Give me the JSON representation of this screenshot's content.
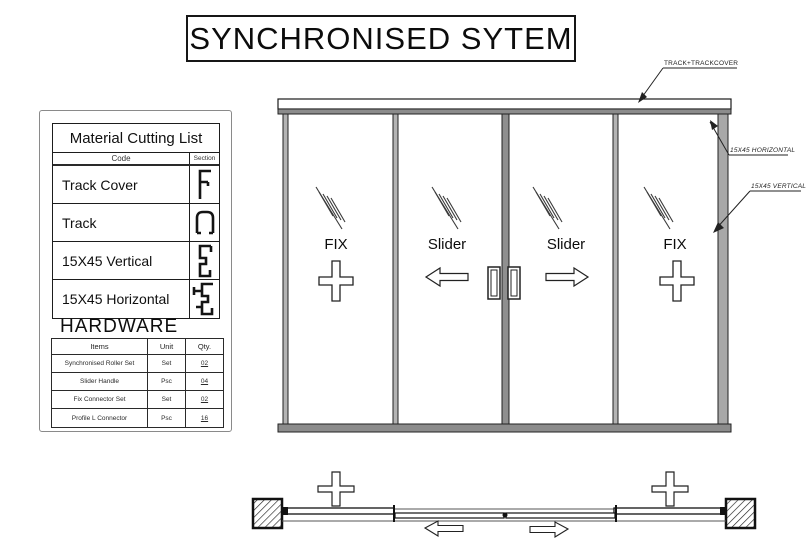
{
  "title": "SYNCHRONISED SYTEM",
  "colors": {
    "line": "#1a1a1a",
    "frame_gray": "#9d9d9d",
    "track_gray": "#8c8c8c"
  },
  "cutting_list": {
    "title": "Material Cutting List",
    "columns": {
      "code": "Code",
      "section": "Section"
    },
    "rows": [
      {
        "code": "Track Cover",
        "section_icon": "track-cover-profile"
      },
      {
        "code": "Track",
        "section_icon": "track-profile"
      },
      {
        "code": "15X45 Vertical",
        "section_icon": "vertical-profile"
      },
      {
        "code": "15X45 Horizontal",
        "section_icon": "horizontal-profile"
      }
    ]
  },
  "hardware": {
    "title": "HARDWARE",
    "columns": {
      "items": "Items",
      "unit": "Unit",
      "qty": "Qty."
    },
    "rows": [
      {
        "items": "Synchronised Roller Set",
        "unit": "Set",
        "qty": "02"
      },
      {
        "items": "Slider Handle",
        "unit": "Psc",
        "qty": "04"
      },
      {
        "items": "Fix Connector Set",
        "unit": "Set",
        "qty": "02"
      },
      {
        "items": "Profile L Connector",
        "unit": "Psc",
        "qty": "16"
      }
    ]
  },
  "elevation": {
    "panels": [
      {
        "label": "FIX",
        "symbol": "fix-cross"
      },
      {
        "label": "Slider",
        "symbol": "arrow-left"
      },
      {
        "label": "Slider",
        "symbol": "arrow-right"
      },
      {
        "label": "FIX",
        "symbol": "fix-cross"
      }
    ],
    "callouts": {
      "track": "TRACK+TRACKCOVER",
      "horizontal": "15X45 HORIZONTAL",
      "vertical": "15X45 VERTICAL"
    }
  }
}
